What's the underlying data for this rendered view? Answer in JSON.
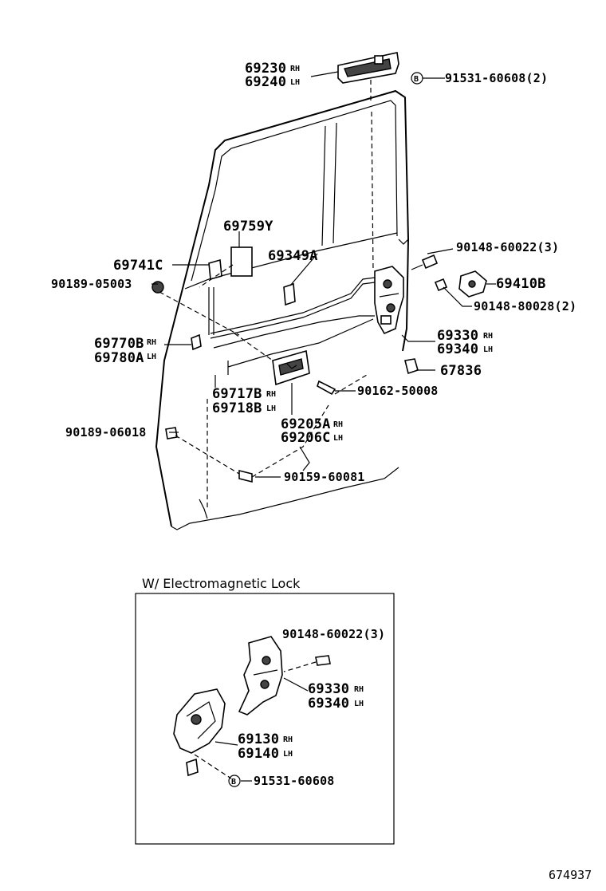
{
  "parts": {
    "p69230": "69230",
    "p69240": "69240",
    "p91531a": "91531-60608(2)",
    "p69759": "69759Y",
    "p69741": "69741C",
    "p69349": "69349A",
    "p90189a": "90189-05003",
    "p90148a": "90148-60022(3)",
    "p69410": "69410B",
    "p90148b": "90148-80028(2)",
    "p69770": "69770B",
    "p69780": "69780A",
    "p69330": "69330",
    "p69340": "69340",
    "p67836": "67836",
    "p69717": "69717B",
    "p69718": "69718B",
    "p90162": "90162-50008",
    "p69205": "69205A",
    "p69206": "69206C",
    "p90189b": "90189-06018",
    "p90159": "90159-60081"
  },
  "sides": {
    "rh": "RH",
    "lh": "LH"
  },
  "bolt_marker": "B",
  "inset": {
    "title": "W/ Electromagnetic Lock",
    "p90148": "90148-60022(3)",
    "p69330": "69330",
    "p69340": "69340",
    "p69130": "69130",
    "p69140": "69140",
    "p91531": "91531-60608"
  },
  "figure_number": "674937"
}
